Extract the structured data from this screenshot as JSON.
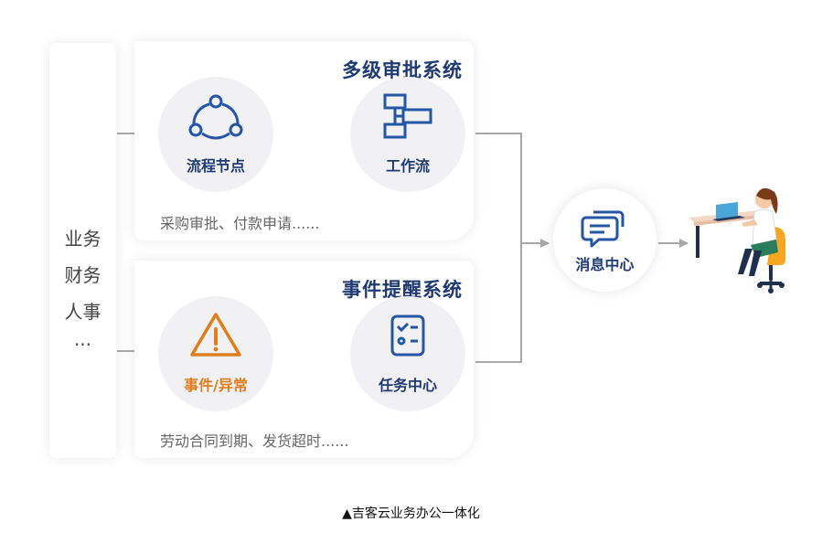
{
  "source": {
    "lines": [
      "业务",
      "财务",
      "人事",
      "..."
    ]
  },
  "approval": {
    "title": "多级审批系统",
    "node1": "流程节点",
    "node2": "工作流",
    "desc": "采购审批、付款申请......"
  },
  "event": {
    "title": "事件提醒系统",
    "node1": "事件/异常",
    "node2": "任务中心",
    "desc": "劳动合同到期、发货超时......"
  },
  "hub": {
    "label": "消息中心"
  },
  "caption": "▲吉客云业务办公一体化",
  "colors": {
    "navy": "#1f3a73",
    "blue": "#2456a6",
    "orange": "#e07d1c",
    "arrow": "#a9a9a9"
  }
}
